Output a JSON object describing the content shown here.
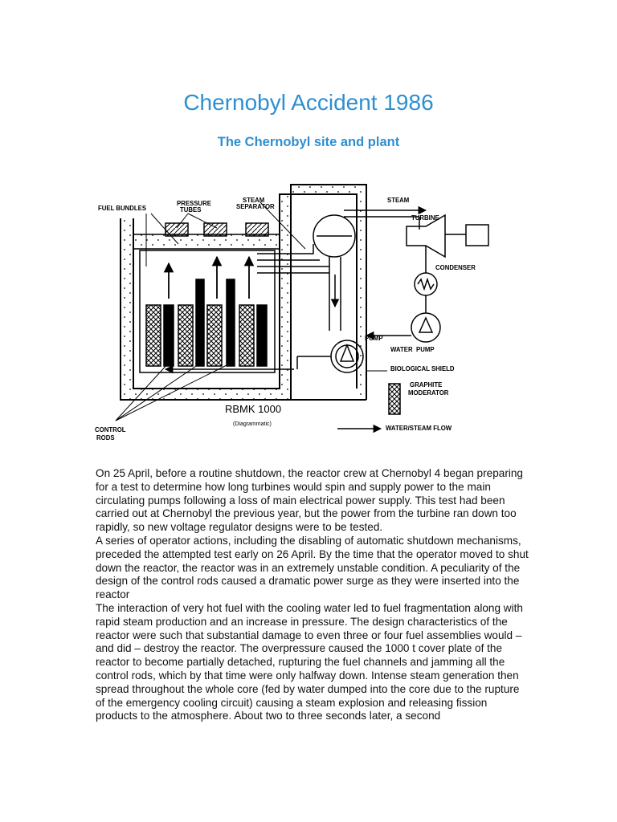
{
  "document": {
    "title": "Chernobyl Accident 1986",
    "subtitle": "The Chernobyl site and plant"
  },
  "diagram": {
    "labels": {
      "fuel_bundles": "FUEL BUNDLES",
      "pressure_tubes_1": "PRESSURE",
      "pressure_tubes_2": "TUBES",
      "steam_separator_1": "STEAM",
      "steam_separator_2": "SEPARATOR",
      "steam": "STEAM",
      "turbine": "TURBINE",
      "condenser": "CONDENSER",
      "pump_left": "PUMP",
      "water": "WATER",
      "pump_right": "PUMP",
      "biological_shield": "BIOLOGICAL SHIELD",
      "graphite_1": "GRAPHITE",
      "graphite_2": "MODERATOR",
      "rbmk": "RBMK 1000",
      "diagrammatic": "(Diagrammatic)",
      "control_1": "CONTROL",
      "control_2": "RODS",
      "flow": "WATER/STEAM FLOW"
    }
  },
  "body": {
    "paragraphs": [
      "On 25 April, before a routine shutdown, the reactor crew at Chernobyl 4 began preparing for a test to determine how long turbines would spin and supply power to the main circulating pumps following a loss of main electrical power supply. This test had been carried out at Chernobyl the previous year, but the power from the turbine ran down too rapidly, so new voltage regulator designs were to be tested.",
      "A series of operator actions, including the disabling of automatic shutdown mechanisms, preceded the attempted test early on 26 April. By the time that the operator moved to shut down the reactor, the reactor was in an extremely unstable condition. A peculiarity of the design of the control rods caused a dramatic power surge as they were inserted into the reactor",
      "The interaction of very hot fuel with the cooling water led to fuel fragmentation along with rapid steam production and an increase in pressure. The design characteristics of the reactor were such that substantial damage to even three or four fuel assemblies would – and did – destroy the reactor. The overpressure caused the 1000 t cover plate of the reactor to become partially detached, rupturing the fuel channels and jamming all the control rods, which by that time were only halfway down. Intense steam generation then spread throughout the whole core (fed by water dumped into the core due to the rupture of the emergency cooling circuit) causing a steam explosion and releasing fission products to the atmosphere. About two to three seconds later, a second"
    ]
  }
}
